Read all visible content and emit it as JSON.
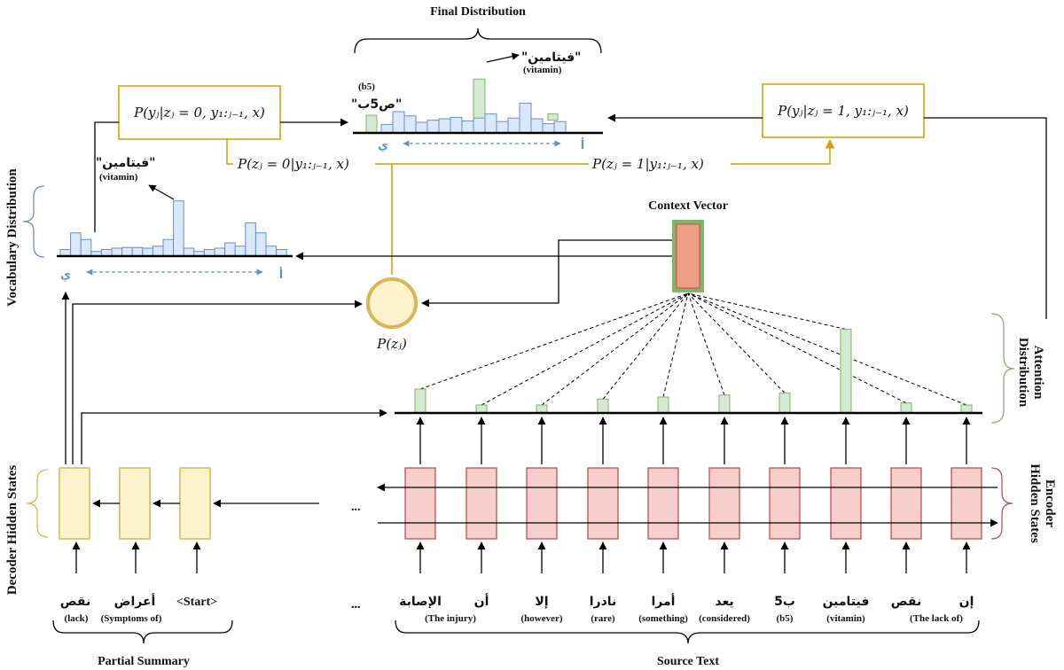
{
  "titles": {
    "final_distribution": "Final Distribution",
    "context_vector": "Context Vector",
    "partial_summary": "Partial Summary",
    "source_text": "Source Text",
    "pz": "P(zⱼ)"
  },
  "side_labels": {
    "vocab_distribution": "Vocabulary Distribution",
    "decoder_hidden_states": "Decoder Hidden States",
    "attention_line1": "Attention",
    "attention_line2": "Distribution",
    "encoder_line1": "Encoder",
    "encoder_line2": "Hidden States"
  },
  "formulas": {
    "gen_prob": "P(yⱼ|zⱼ = 0, y₁:ⱼ₋₁, x)",
    "copy_prob": "P(yⱼ|zⱼ = 1, y₁:ⱼ₋₁, x)",
    "switch0": "P(zⱼ = 0|y₁:ⱼ₋₁, x)",
    "switch1": "P(zⱼ = 1|y₁:ⱼ₋₁, x)"
  },
  "annotations": {
    "final_vitamin_ar": "\"فيتامين\"",
    "final_vitamin_en": "(vitamin)",
    "final_b5_top": "(b5)",
    "final_b5_ar": "\"ص5ب\"",
    "vocab_vitamin_ar": "\"فيتامين\"",
    "vocab_vitamin_en": "(vitamin)",
    "axis_ya": "ي",
    "axis_alif": "أ",
    "ellipsis": "..."
  },
  "partial_summary_tokens": [
    {
      "ar": "نقص",
      "en": "(lack)"
    },
    {
      "ar": "أعراض",
      "en": "(Symptoms of)"
    },
    {
      "ar": "<Start>",
      "en": ""
    }
  ],
  "source_tokens": [
    {
      "ar": "الإصابة",
      "en": "(The injury)"
    },
    {
      "ar": "أن",
      "en": ""
    },
    {
      "ar": "إلا",
      "en": "(however)"
    },
    {
      "ar": "نادرا",
      "en": "(rare)"
    },
    {
      "ar": "أمرا",
      "en": "(something)"
    },
    {
      "ar": "يعد",
      "en": "(considered)"
    },
    {
      "ar": "ب5",
      "en": "(b5)"
    },
    {
      "ar": "فيتامين",
      "en": "(vitamin)"
    },
    {
      "ar": "نقص",
      "en": "(The lack of)"
    },
    {
      "ar": "إن",
      "en": ""
    }
  ],
  "attention_weights": [
    0.12,
    0.04,
    0.04,
    0.07,
    0.08,
    0.09,
    0.1,
    0.42,
    0.05,
    0.04
  ],
  "vocab_distribution": [
    0.1,
    0.35,
    0.25,
    0.07,
    0.1,
    0.12,
    0.13,
    0.13,
    0.12,
    0.15,
    0.25,
    0.83,
    0.12,
    0.07,
    0.1,
    0.12,
    0.2,
    0.15,
    0.5,
    0.35,
    0.15,
    0.1
  ],
  "final_distribution": [
    0.12,
    0.3,
    0.24,
    0.15,
    0.18,
    0.2,
    0.22,
    0.17,
    0.21,
    0.27,
    0.16,
    0.21,
    0.42,
    0.2,
    0.13,
    0.16
  ],
  "final_copy_extra": {
    "b5": 0.25,
    "vitamin": 0.55,
    "small": 0.18
  },
  "colors": {
    "blue_fill": "#dae8fc",
    "blue_stroke": "#6c8ebf",
    "green_fill": "#d5e8d4",
    "green_stroke": "#82b366",
    "red_fill": "#f8cecc",
    "red_stroke": "#b85450",
    "yellow_fill": "#fff2cc",
    "yellow_stroke": "#d6b656",
    "orange": "#d79b00",
    "context_fill": "#f19c85"
  }
}
